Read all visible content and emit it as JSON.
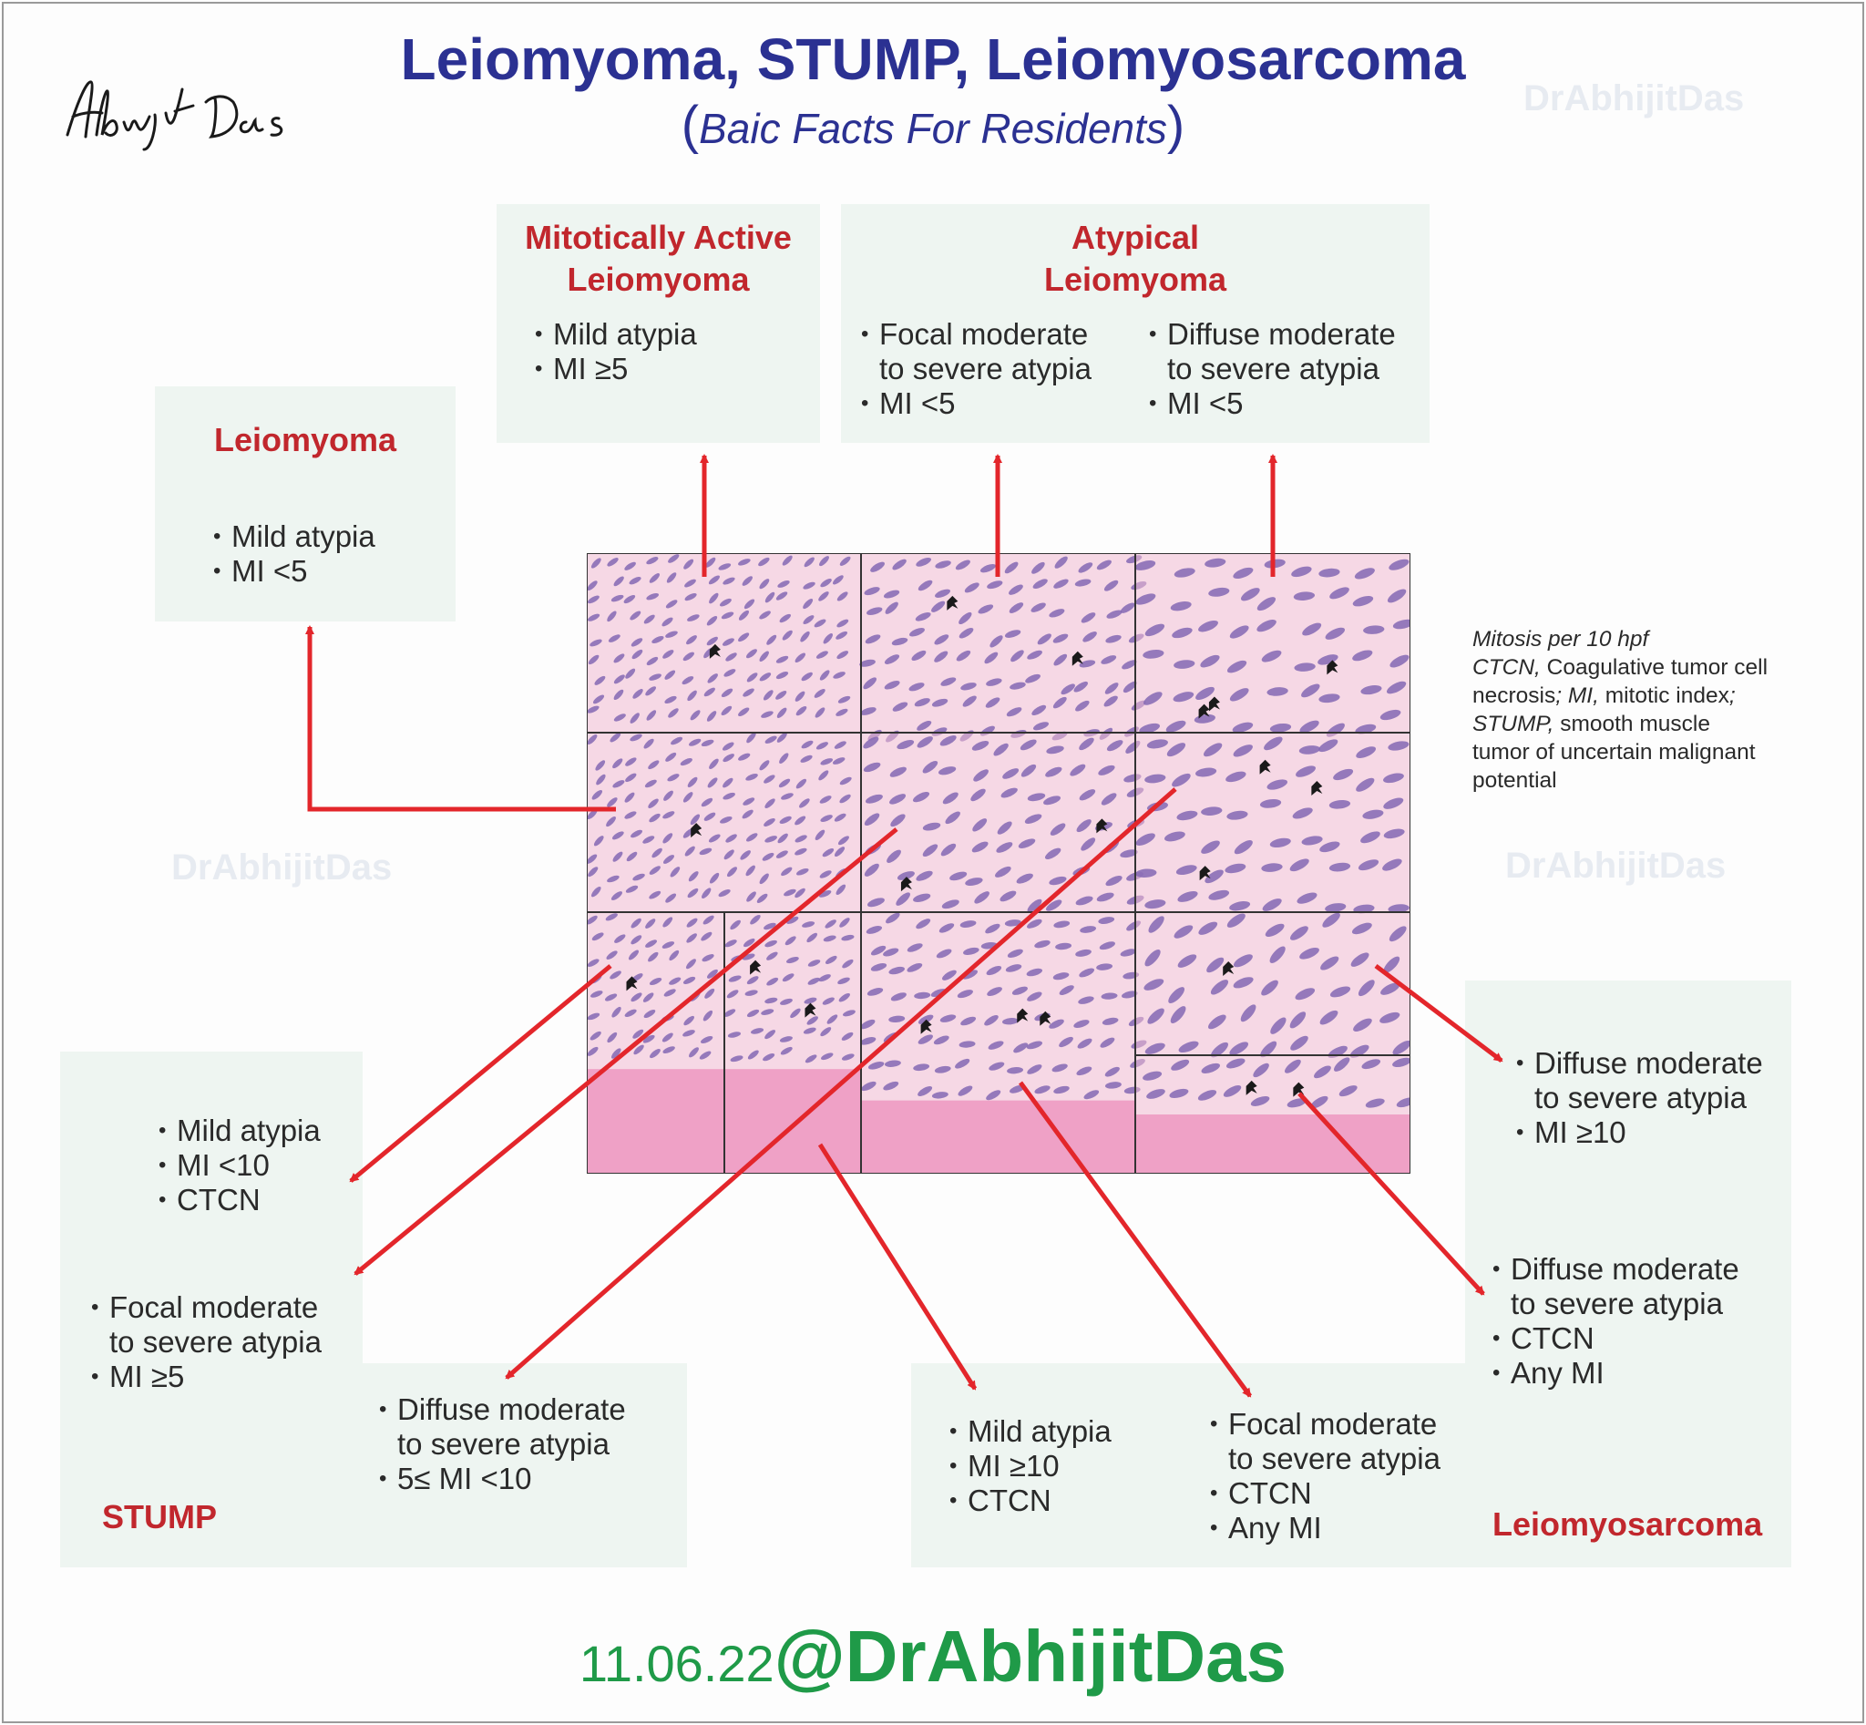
{
  "header": {
    "title": "Leiomyoma, STUMP, Leiomyosarcoma",
    "subtitle_open": "(",
    "subtitle": "Baic Facts For Residents",
    "subtitle_close": ")",
    "signature": "Abhijit Das"
  },
  "watermarks": [
    "DrAbhijitDas",
    "DrAbhijitDas",
    "DrAbhijitDas"
  ],
  "boxes": {
    "leiomyoma": {
      "title": "Leiomyoma",
      "items": [
        "Mild atypia",
        "MI <5"
      ]
    },
    "mitotically_active": {
      "title_line1": "Mitotically Active",
      "title_line2": "Leiomyoma",
      "items": [
        "Mild atypia",
        "MI ≥5"
      ]
    },
    "atypical": {
      "title_line1": "Atypical",
      "title_line2": "Leiomyoma",
      "focal": {
        "line1": "Focal moderate",
        "line2": "to severe atypia",
        "mi": "MI <5"
      },
      "diffuse": {
        "line1": "Diffuse moderate",
        "line2": "to severe atypia",
        "mi": "MI <5"
      }
    }
  },
  "stump": {
    "label": "STUMP",
    "group1": [
      "Mild atypia",
      "MI <10",
      "CTCN"
    ],
    "group2": {
      "line1": "Focal moderate",
      "line2": "to severe atypia",
      "mi": "MI ≥5"
    },
    "group3": {
      "line1": "Diffuse moderate",
      "line2": "to severe atypia",
      "mi": "5≤ MI <10"
    }
  },
  "leiomyosarcoma": {
    "label": "Leiomyosarcoma",
    "group1": {
      "line1": "Diffuse moderate",
      "line2": "to severe atypia",
      "mi": "MI ≥10"
    },
    "group2": {
      "line1": "Diffuse moderate",
      "line2": "to severe atypia",
      "ctcn": "CTCN",
      "mi": "Any MI"
    },
    "group3": [
      "Mild atypia",
      "MI ≥10",
      "CTCN"
    ],
    "group4": {
      "line1": "Focal moderate",
      "line2": "to severe atypia",
      "ctcn": "CTCN",
      "mi": "Any MI"
    }
  },
  "legend": {
    "line1": "Mitosis per 10 hpf",
    "ctcn_abbr": "CTCN,",
    "ctcn_def": " Coagulative tumor cell necrosis",
    "sep1": "; ",
    "mi_abbr": "MI,",
    "mi_def": " mitotic index",
    "sep2": "; ",
    "stump_abbr": "STUMP,",
    "stump_def": " smooth muscle tumor of uncertain malignant potential"
  },
  "footer": {
    "date": "11.06.22",
    "handle": "@DrAbhijitDas"
  },
  "colors": {
    "title": "#2b3192",
    "heading_red": "#c1272d",
    "arrow": "#e3262b",
    "box_bg": "#eef5f1",
    "footer_green": "#1f9a48",
    "stroma_pink": "#f1b9d2",
    "muscle_pink": "#ec8fbb",
    "nucleus_purple": "#8469b4",
    "mitosis": "#1a1a1a"
  }
}
